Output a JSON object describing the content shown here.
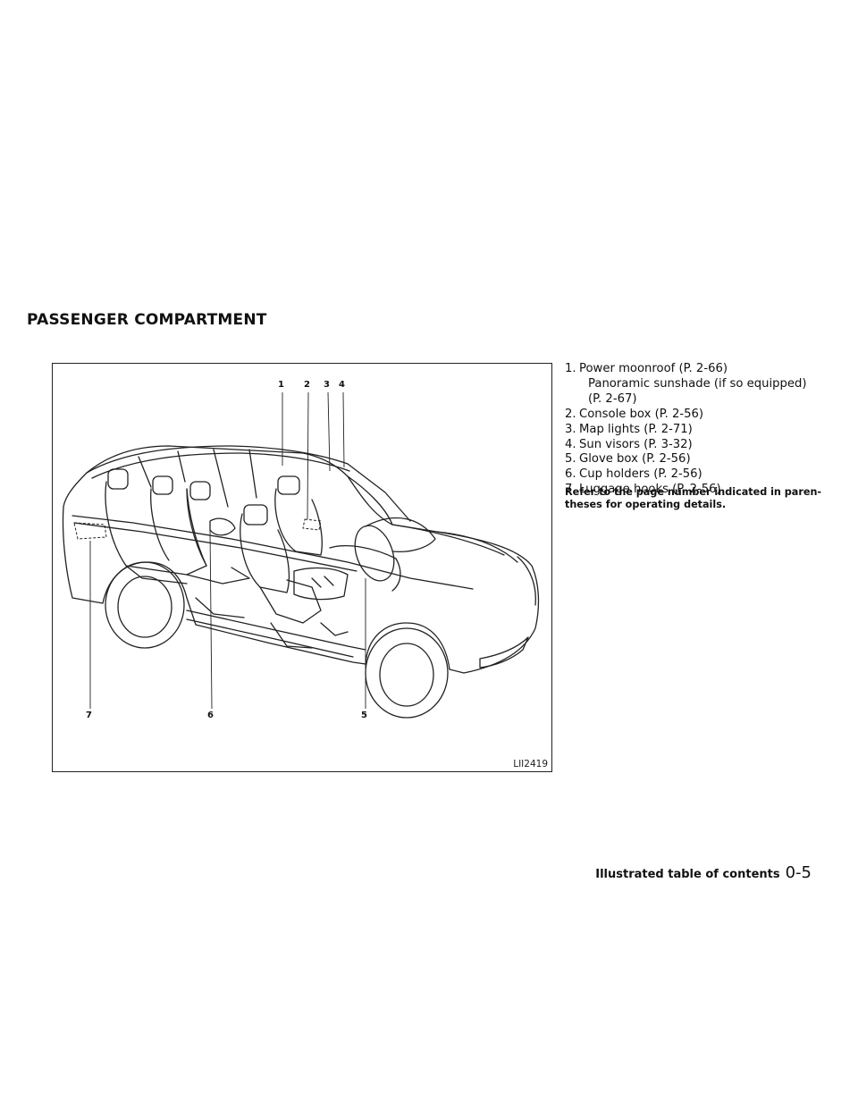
{
  "section_title": "PASSENGER COMPARTMENT",
  "figure": {
    "code": "LII2419",
    "callouts": [
      "1",
      "2",
      "3",
      "4",
      "5",
      "6",
      "7"
    ]
  },
  "items": [
    {
      "num": "1.",
      "text": "Power moonroof (P. 2-66)",
      "cont": [
        "Panoramic sunshade (if so equipped)",
        "(P. 2-67)"
      ]
    },
    {
      "num": "2.",
      "text": "Console box (P. 2-56)"
    },
    {
      "num": "3.",
      "text": "Map lights (P. 2-71)"
    },
    {
      "num": "4.",
      "text": "Sun visors (P. 3-32)"
    },
    {
      "num": "5.",
      "text": "Glove box (P. 2-56)"
    },
    {
      "num": "6.",
      "text": "Cup holders (P. 2-56)"
    },
    {
      "num": "7.",
      "text": "Luggage hooks (P. 2-56)"
    }
  ],
  "note": "Refer to the page number indicated in paren-theses for operating details.",
  "footer": {
    "label": "Illustrated table of contents",
    "page": "0-5"
  }
}
